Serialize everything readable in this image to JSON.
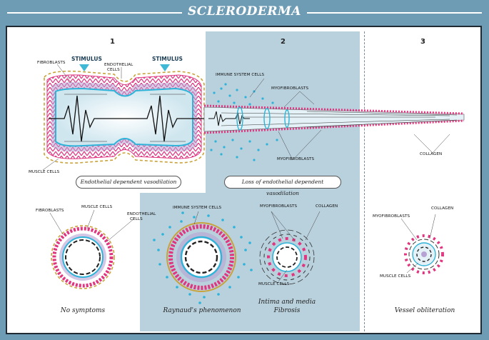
{
  "title": "SCLERODERMA",
  "panel_numbers": [
    "1",
    "2",
    "3"
  ],
  "stimulus_labels": [
    "STIMULUS",
    "STIMULUS"
  ],
  "top_labels": {
    "fibroblasts": "FIBROBLASTS",
    "endothelial_cells_1": "ENDOTHELIAL",
    "endothelial_cells_2": "CELLS",
    "muscle_cells": "MUSCLE CELLS",
    "immune_system_cells": "IMMUNE SYSTEM CELLS",
    "myofibroblasts_top": "MYOFIBROBLASTS",
    "myofibroblasts_bottom": "MYOFIBROBLASTS",
    "collagen": "COLLAGEN"
  },
  "pills": {
    "endothelial_dependent": "Endothelial dependent vasodilation",
    "loss_endothelial": "Loss of endothelial dependent vasodilation"
  },
  "bottom_labels": {
    "fibroblasts": "FIBROBLASTS",
    "muscle_cells": "MUSCLE CELLS",
    "endothelial_1": "ENDOTHELIAL",
    "endothelial_2": "CELLS",
    "immune_system_cells": "IMMUNE SYSTEM CELLS",
    "myofibroblasts_mid": "MYOFIBROBLASTS",
    "collagen_mid": "COLLAGEN",
    "muscle_cells_mid": "MUSCLE CELLS",
    "myofibroblasts_right": "MYOFIBROBLASTS",
    "collagen_right": "COLLAGEN",
    "muscle_cells_right": "MUSCLE CELLS"
  },
  "captions": {
    "no_symptoms": "No symptoms",
    "raynaud": "Raynaud's phenomenon",
    "fibrosis_1": "Intima and media",
    "fibrosis_2": "Fibrosis",
    "vessel_obliteration": "Vessel obliteration"
  },
  "colors": {
    "background": "#6f9cb5",
    "panel_shade": "#b9d1dd",
    "magenta": "#e0357f",
    "cyan": "#2fb3d8",
    "gold": "#c9a23a",
    "lavender": "#b7a2d4",
    "lumen": "#e4f1f6"
  }
}
